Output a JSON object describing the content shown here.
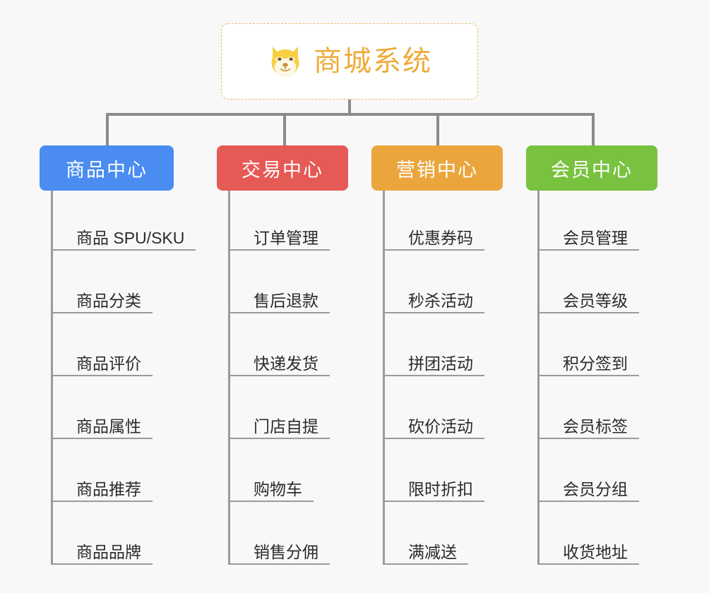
{
  "canvas": {
    "background": "#f8f8f8",
    "connector_color": "#8a8a8a",
    "leaf_line_color": "#9a9a9a",
    "leaf_text_color": "#2b2b2b"
  },
  "root": {
    "label": "商城系统",
    "icon": "shiba-dog-face-emoji",
    "text_color": "#eeab3a",
    "border_color": "#e8b96a",
    "background": "#ffffff"
  },
  "branches": [
    {
      "id": "product-center",
      "label": "商品中心",
      "color": "#4a8cf0",
      "items": [
        "商品 SPU/SKU",
        "商品分类",
        "商品评价",
        "商品属性",
        "商品推荐",
        "商品品牌"
      ]
    },
    {
      "id": "trade-center",
      "label": "交易中心",
      "color": "#e65a56",
      "items": [
        "订单管理",
        "售后退款",
        "快递发货",
        "门店自提",
        "购物车",
        "销售分佣"
      ]
    },
    {
      "id": "marketing-center",
      "label": "营销中心",
      "color": "#eaa63c",
      "items": [
        "优惠券码",
        "秒杀活动",
        "拼团活动",
        "砍价活动",
        "限时折扣",
        "满减送"
      ]
    },
    {
      "id": "member-center",
      "label": "会员中心",
      "color": "#79c23f",
      "items": [
        "会员管理",
        "会员等级",
        "积分签到",
        "会员标签",
        "会员分组",
        "收货地址"
      ]
    }
  ]
}
